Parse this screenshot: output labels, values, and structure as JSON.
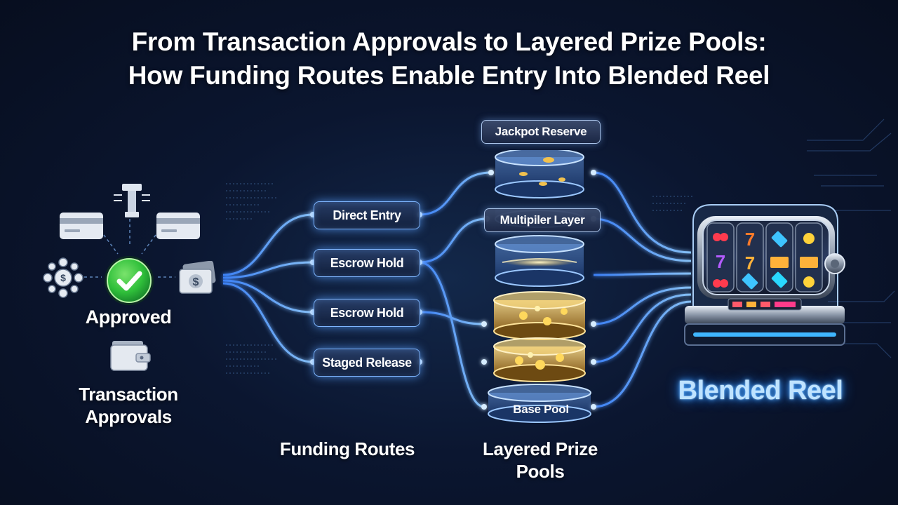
{
  "title": {
    "line1": "From Transaction Approvals to Layered Prize Pools:",
    "line2": "How Funding Routes Enable Entry Into Blended Reel"
  },
  "approvals": {
    "status_label": "Approved",
    "caption_line1": "Transaction",
    "caption_line2": "Approvals",
    "icons": [
      "atm-icon",
      "credit-card-icon",
      "credit-card-icon",
      "coin-network-icon",
      "check-icon",
      "cash-icon",
      "wallet-icon"
    ]
  },
  "routes": {
    "items": [
      {
        "label": "Direct Entry"
      },
      {
        "label": "Escrow Hold"
      },
      {
        "label": "Escrow Hold"
      },
      {
        "label": "Staged Release"
      }
    ],
    "caption": "Funding Routes"
  },
  "pools": {
    "top_tag": "Jackpot Reserve",
    "multiplier_tag": "Multipiler Layer",
    "base_tag": "Base Pool",
    "caption_line1": "Layered Prize",
    "caption_line2": "Pools"
  },
  "reel": {
    "label": "Blended Reel",
    "icons": [
      "slot-machine-icon"
    ]
  },
  "colors": {
    "accent": "#5aa8ff",
    "approved": "#2fbf3a",
    "gold": "#f2c14e",
    "background": "#0b1630"
  }
}
